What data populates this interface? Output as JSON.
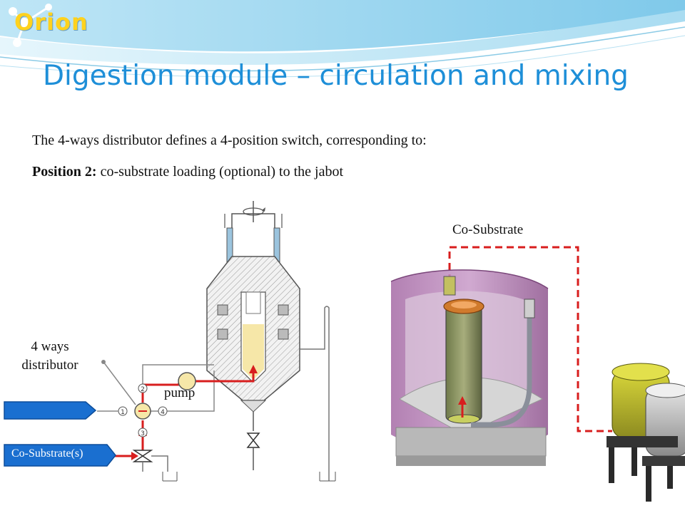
{
  "header": {
    "logo_text": "Orion",
    "title": "Digestion module – circulation and mixing"
  },
  "body": {
    "intro": "The 4-ways distributor defines a 4-position switch, corresponding to:",
    "position_label": "Position 2:",
    "position_text": " co-substrate loading (optional) to the jabot"
  },
  "diagram": {
    "four_ways_line1": "4 ways",
    "four_ways_line2": "distributor",
    "pump_label": "pump",
    "cosubstrate_top": "Co-Substrate",
    "cosubstrate_tag": "Co-Substrate(s)",
    "port_labels": [
      "1",
      "2",
      "3",
      "4"
    ]
  },
  "colors": {
    "title_blue": "#1e8fd8",
    "logo_yellow": "#ffd21e",
    "flow_red": "#d81e1e",
    "tag_blue": "#1a6fd0",
    "tank_purple": "#b27ab2"
  }
}
